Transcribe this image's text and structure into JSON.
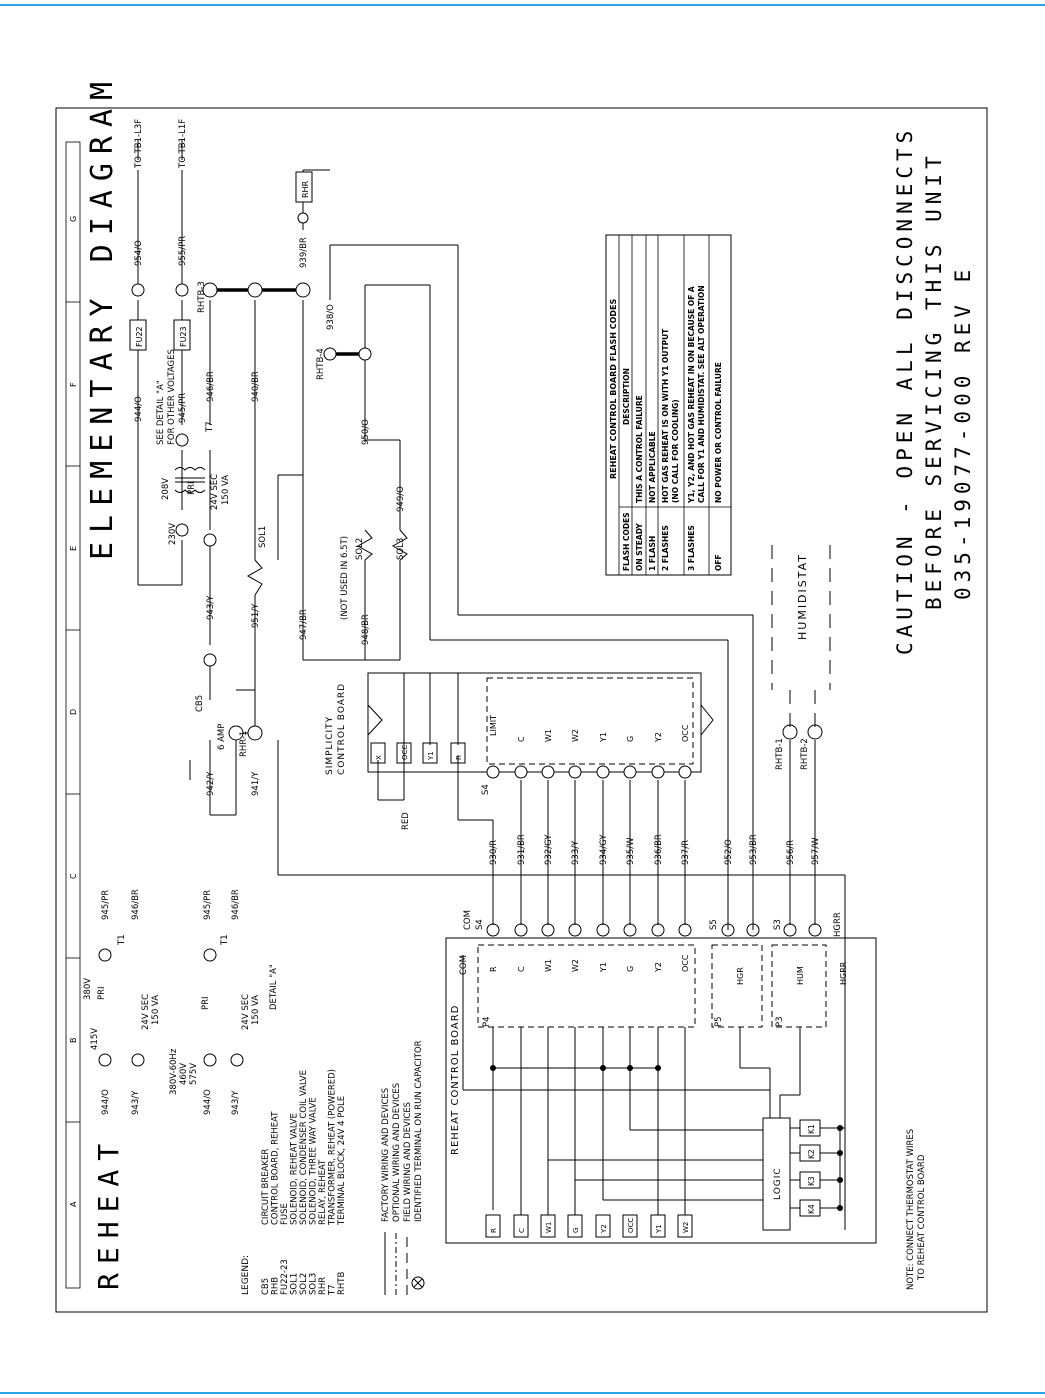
{
  "header": {
    "title": "ELEMENTARY DIAGRAM",
    "subtitle": "REHEAT",
    "column_letters": [
      "A",
      "B",
      "C",
      "D",
      "E",
      "F",
      "G"
    ]
  },
  "caution": {
    "line1": "CAUTION - OPEN ALL DISCONNECTS",
    "line2": "BEFORE SERVICING THIS UNIT",
    "line3": "035-19077-000     REV  E"
  },
  "legend": {
    "title": "LEGEND:",
    "items": [
      {
        "code": "CB5",
        "desc": "CIRCUIT BREAKER"
      },
      {
        "code": "RHB",
        "desc": "CONTROL BOARD, REHEAT"
      },
      {
        "code": "FU22-23",
        "desc": "FUSE"
      },
      {
        "code": "SOL1",
        "desc": "SOLENOID, REHEAT VALVE"
      },
      {
        "code": "SOL2",
        "desc": "SOLENOID, CONDENSER COIL VALVE"
      },
      {
        "code": "SOL3",
        "desc": "SOLENOID, THREE WAY VALVE"
      },
      {
        "code": "RHR",
        "desc": "RELAY, REHEAT"
      },
      {
        "code": "T7",
        "desc": "TRANSFORMER, REHEAT (POWERED)"
      },
      {
        "code": "RHTB",
        "desc": "TERMINAL BLOCK, 24V 4 POLE"
      }
    ],
    "line_types": [
      "FACTORY WIRING AND DEVICES",
      "OPTIONAL WIRING AND DEVICES",
      "FIELD WIRING AND DEVICES",
      "IDENTIFIED TERMINAL ON RUN CAPACITOR"
    ]
  },
  "flash_table": {
    "title": "REHEAT CONTROL BOARD FLASH CODES",
    "col1": "FLASH CODES",
    "col2": "DESCRIPTION",
    "rows": [
      {
        "code": "ON STEADY",
        "desc": "THIS A CONTROL FAILURE"
      },
      {
        "code": "1 FLASH",
        "desc": "NOT APPLICABLE"
      },
      {
        "code": "2 FLASHES",
        "desc": "HOT GAS REHEAT IS ON WITH Y1 OUTPUT",
        "desc2": "(NO CALL FOR COOLING)"
      },
      {
        "code": "3 FLASHES",
        "desc": "Y1, Y2, AND HOT GAS REHEAT IN ON BECAUSE OF A",
        "desc2": "CALL FOR Y1 AND HUMIDISTAT. SEE ALT OPERATION"
      },
      {
        "code": "OFF",
        "desc": "NO POWER OR CONTROL FAILURE"
      }
    ]
  },
  "labels": {
    "see_detail": "SEE DETAIL \"A\"",
    "other_voltages": "FOR OTHER VOLTAGES",
    "detail_a": "DETAIL \"A\"",
    "to_tb1_l3f": "TO TB1-L3F",
    "to_tb1_l1f": "TO TB1-L1F",
    "simplicity_1": "SIMPLICITY",
    "simplicity_2": "CONTROL BOARD",
    "reheat_board": "REHEAT CONTROL BOARD",
    "not_used": "(NOT USED IN 6.5T)",
    "humidistat": "HUMIDISTAT",
    "note1": "NOTE: CONNECT THERMOSTAT WIRES",
    "note2": "TO REHEAT CONTROL BOARD",
    "logic": "LOGIC",
    "cb5": "CB5",
    "six_amp": "6 AMP",
    "rhr1": "RHR-1",
    "t7": "T7",
    "t1": "T1",
    "v230": "230V",
    "v208": "208V",
    "pri": "PRI",
    "sec24": "24V SEC",
    "va150": "150 VA",
    "v415": "415V",
    "v380": "380V",
    "v380_60": "380V-60Hz",
    "v460": "460V",
    "v575": "575V",
    "fu22": "FU22",
    "fu23": "FU23",
    "rhtb3": "RHTB-3",
    "rhtb4": "RHTB-4",
    "rhtb1": "RHTB-1",
    "rhtb2": "RHTB-2",
    "rhr_tag": "RHR",
    "sol1": "SOL1",
    "sol2": "SOL2",
    "sol3": "SOL3",
    "red": "RED",
    "s3": "S3",
    "s4": "S4",
    "s5": "S5",
    "com": "COM",
    "p3": "P3",
    "p4": "P4",
    "p5": "P5",
    "hgrr": "HGRR",
    "limit": "LIMIT"
  },
  "wires": {
    "w944": "944/O",
    "w945": "945/PR",
    "w946": "946/BR",
    "w943": "943/Y",
    "w942": "942/Y",
    "w941": "941/Y",
    "w951": "951/Y",
    "w947": "947/BR",
    "w948": "948/BR",
    "w949": "949/O",
    "w950": "950/O",
    "w940": "940/BR",
    "w938": "938/O",
    "w939": "939/BR",
    "w954": "954/O",
    "w955": "955/PR",
    "w952": "952/O",
    "w953": "953/BR",
    "w956": "956/R",
    "w957": "957/W",
    "w930": "930/R",
    "w931": "931/BR",
    "w932": "932/GY",
    "w933": "933/Y",
    "w934": "934/GY",
    "w935": "935/W",
    "w936": "936/BR",
    "w937": "937/R"
  },
  "simplicity_terms": [
    "LIMIT",
    "C",
    "W1",
    "W2",
    "Y1",
    "G",
    "Y2",
    "OCC"
  ],
  "simplicity_top": [
    "X",
    "OCC",
    "Y1",
    "R"
  ],
  "reheat_terms": [
    "R",
    "C",
    "W1",
    "W2",
    "Y1",
    "G",
    "Y2",
    "OCC"
  ],
  "hgr_terms": [
    "HGR",
    "HUM",
    "HGRR"
  ],
  "thermostat_terms": [
    "R",
    "C",
    "W1",
    "G",
    "Y2",
    "OCC",
    "Y1",
    "W2"
  ],
  "relays": [
    "K1",
    "K2",
    "K3",
    "K4"
  ]
}
